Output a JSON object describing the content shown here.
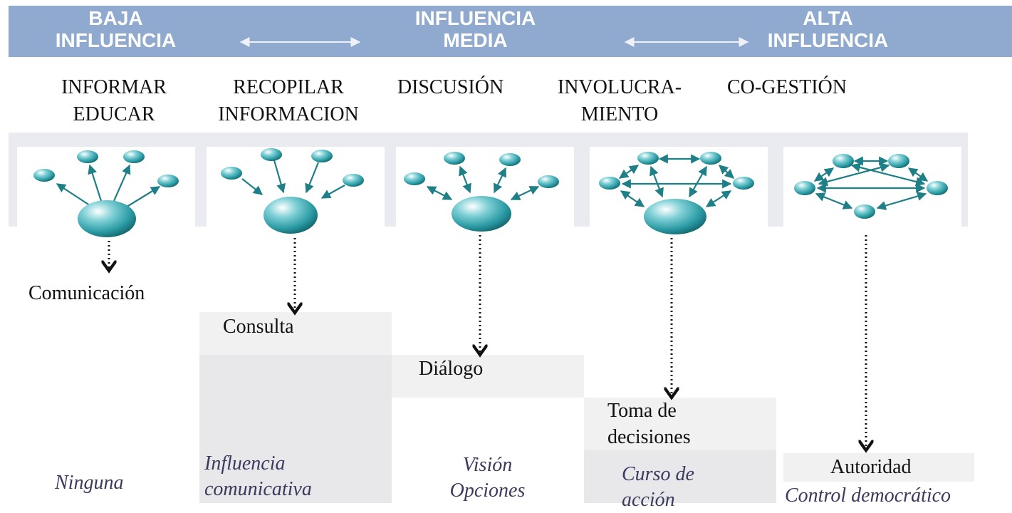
{
  "header": {
    "low": "BAJA\nINFLUENCIA",
    "medium": "INFLUENCIA\nMEDIA",
    "high": "ALTA\nINFLUENCIA"
  },
  "stages": [
    {
      "label": "INFORMAR\nEDUCAR"
    },
    {
      "label": "RECOPILAR\nINFORMACION"
    },
    {
      "label": "DISCUSIÓN"
    },
    {
      "label": "INVOLUCRA-\nMIENTO"
    },
    {
      "label": "CO-GESTIÓN"
    }
  ],
  "levels": [
    {
      "label": "Comunicación",
      "outcome": "Ninguna"
    },
    {
      "label": "Consulta",
      "outcome": "Influencia\ncomunicativa"
    },
    {
      "label": "Diálogo",
      "outcome": "Visión\nOpciones"
    },
    {
      "label": "Toma de\ndecisiones",
      "outcome": "Curso de\nacción"
    },
    {
      "label": "Autoridad",
      "outcome": "Control democrático"
    }
  ],
  "colors": {
    "banner": "#8fa9cf",
    "sphere": "#2a9aa3",
    "outcome_text": "#3b3a5e"
  }
}
